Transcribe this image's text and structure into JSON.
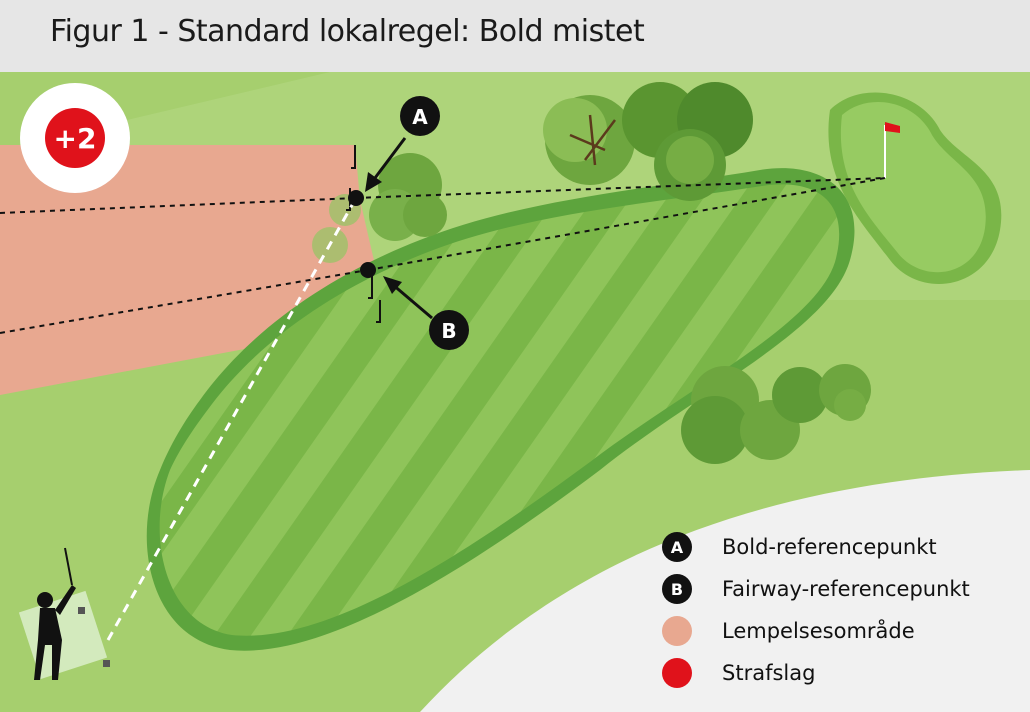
{
  "title": "Figur 1 - Standard lokalregel: Bold mistet",
  "penalty_badge": "+2",
  "point_labels": {
    "a": "A",
    "b": "B"
  },
  "legend": [
    {
      "marker": "A",
      "label": "Bold-referencepunkt"
    },
    {
      "marker": "B",
      "label": "Fairway-referencepunkt"
    },
    {
      "marker": "",
      "label": "Lempelsesområde"
    },
    {
      "marker": "",
      "label": "Strafslag"
    }
  ],
  "colors": {
    "rough": "#a6cf6e",
    "fairway_light": "#8fc45a",
    "fairway_dark": "#7ab648",
    "fairway_edge": "#5da43d",
    "relief_area": "#e8a890",
    "penalty": "#e0121b",
    "tree": "#5e9a36",
    "flag": "#e0121b"
  }
}
